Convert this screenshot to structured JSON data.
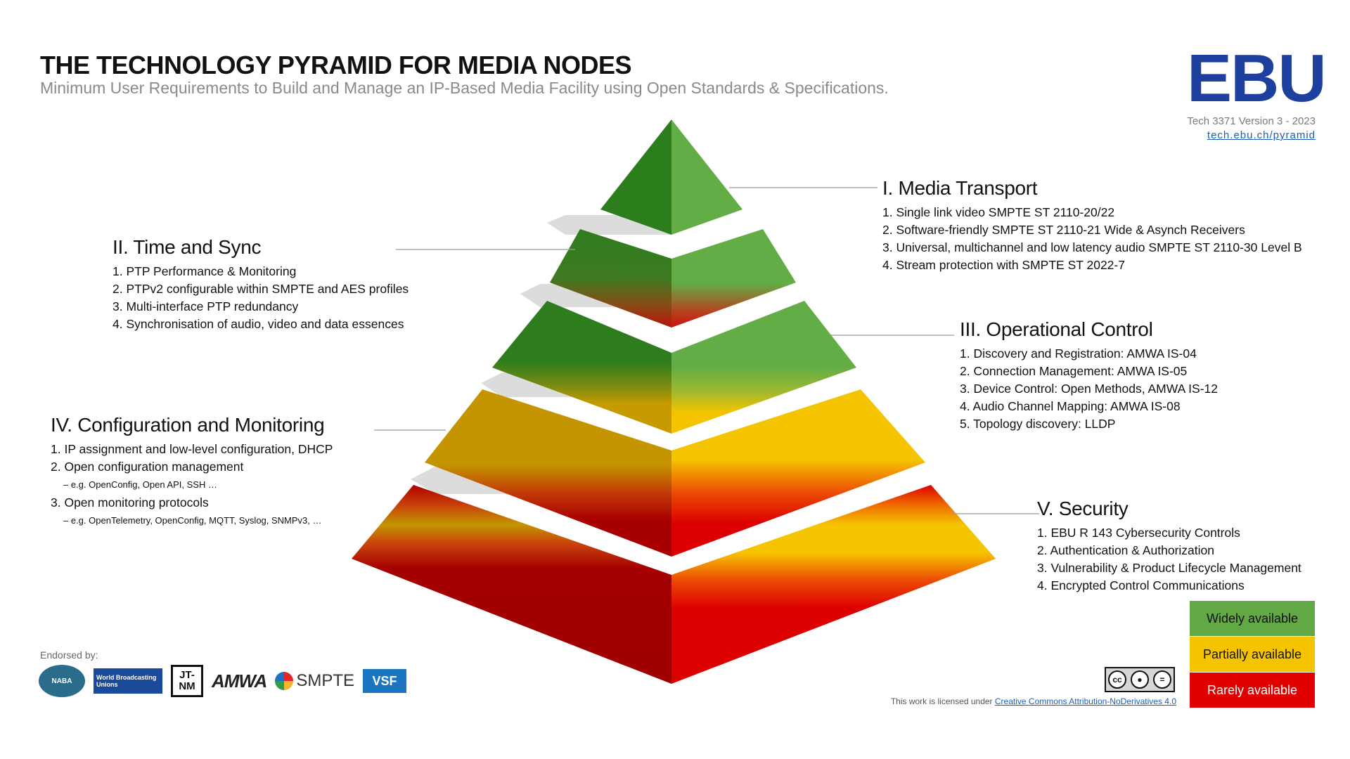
{
  "header": {
    "title": "THE TECHNOLOGY PYRAMID FOR MEDIA NODES",
    "subtitle": "Minimum User Requirements to Build and Manage an IP-Based Media Facility using Open Standards & Specifications.",
    "logo_text": "EBU",
    "version": "Tech 3371 Version 3 - 2023",
    "url": "tech.ebu.ch/pyramid"
  },
  "sections": {
    "media": {
      "title": "I. Media Transport",
      "items": [
        "1. Single link video SMPTE ST 2110-20/22",
        "2. Software-friendly SMPTE ST 2110-21 Wide & Asynch Receivers",
        "3. Universal, multichannel and low latency audio SMPTE ST 2110-30 Level B",
        "4. Stream protection with SMPTE ST 2022-7"
      ]
    },
    "time": {
      "title": "II. Time and Sync",
      "items": [
        "1. PTP Performance & Monitoring",
        "2. PTPv2 configurable within SMPTE and AES profiles",
        "3. Multi-interface PTP redundancy",
        "4. Synchronisation of audio, video and data essences"
      ]
    },
    "opctl": {
      "title": "III. Operational Control",
      "items": [
        "1. Discovery and Registration: AMWA IS-04",
        "2. Connection Management: AMWA IS-05",
        "3. Device Control: Open Methods, AMWA IS-12",
        "4. Audio Channel Mapping: AMWA IS-08",
        "5. Topology discovery: LLDP"
      ]
    },
    "config": {
      "title": "IV. Configuration and Monitoring",
      "items": [
        "1. IP assignment and low-level configuration, DHCP",
        "2. Open configuration management",
        "3. Open monitoring protocols"
      ],
      "sub2": "– e.g. OpenConfig, Open API, SSH …",
      "sub3": "– e.g. OpenTelemetry, OpenConfig, MQTT, Syslog, SNMPv3, …"
    },
    "security": {
      "title": "V. Security",
      "items": [
        "1. EBU R 143 Cybersecurity Controls",
        "2. Authentication & Authorization",
        "3. Vulnerability & Product Lifecycle Management",
        "4. Encrypted Control Communications"
      ]
    }
  },
  "legend": {
    "widely": "Widely available",
    "partially": "Partially available",
    "rarely": "Rarely available",
    "colors": {
      "widely": "#62a844",
      "partially": "#f5c400",
      "rarely": "#e00000"
    }
  },
  "footer": {
    "endorsed_label": "Endorsed by:",
    "logos": {
      "naba": "NABA",
      "wbu": "World Broadcasting Unions",
      "jtnm": "JT-NM",
      "amwa": "AMWA",
      "smpte": "SMPTE",
      "vsf": "VSF"
    },
    "cc_badge": "cc",
    "license_prefix": "This work is licensed under",
    "license_link": "Creative Commons Attribution-NoDerivatives 4.0"
  }
}
